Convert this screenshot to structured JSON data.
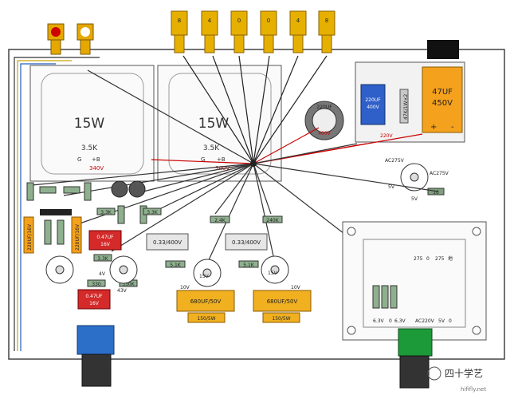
{
  "output_transformers": [
    {
      "power": "15W",
      "impedance": "3.5K",
      "pin_g": "G",
      "pin_b": "+B",
      "voltage": "340V"
    },
    {
      "power": "15W",
      "impedance": "3.5K",
      "pin_g": "G",
      "pin_b": "+B",
      "voltage": "340V"
    }
  ],
  "speaker_terminals": [
    "8",
    "4",
    "0",
    "0",
    "4",
    "8"
  ],
  "big_cap": {
    "value": "47UF",
    "voltage": "450V"
  },
  "filter_cap": {
    "value": "220UF",
    "voltage": "400V"
  },
  "round_cap": {
    "value": "220UF",
    "voltage": "400V"
  },
  "side_resistor": "47K/1W×2",
  "choke_label": "220V",
  "ac_label_left": "AC275V",
  "ac_label_right": "AC275V",
  "socket_label_left": "5V",
  "socket_label_bottom": "5V",
  "socket_resistor": "10",
  "driver_caps": [
    {
      "value": "680UF/50V",
      "resistor": "150/5W",
      "tag": "10V"
    },
    {
      "value": "680UF/50V",
      "resistor": "150/5W",
      "tag": "10V"
    }
  ],
  "coupling_caps": [
    "0.33/400V",
    "0.33/400V"
  ],
  "small_resistors": [
    "2.4K",
    "240K",
    "3.3K",
    "3.3K",
    "3.3K",
    "5.1K",
    "5.1K",
    "330",
    "330K"
  ],
  "left_caps": [
    "220UF/16V",
    "220UF/16V"
  ],
  "red_caps": [
    {
      "value": "0.47UF",
      "voltage": "16V"
    },
    {
      "value": "0.47UF",
      "voltage": "16V"
    }
  ],
  "tube_voltages": [
    "4V",
    "43V",
    "15V",
    "15V"
  ],
  "psu_labels": {
    "hv": [
      "275",
      "0",
      "275"
    ],
    "gnd": "地",
    "lv": [
      "6.3V",
      "0",
      "6.3V"
    ],
    "mains": [
      "AC220V",
      "5V",
      "0"
    ]
  },
  "watermark": {
    "text": "四十学艺",
    "url": "hififly.net"
  }
}
